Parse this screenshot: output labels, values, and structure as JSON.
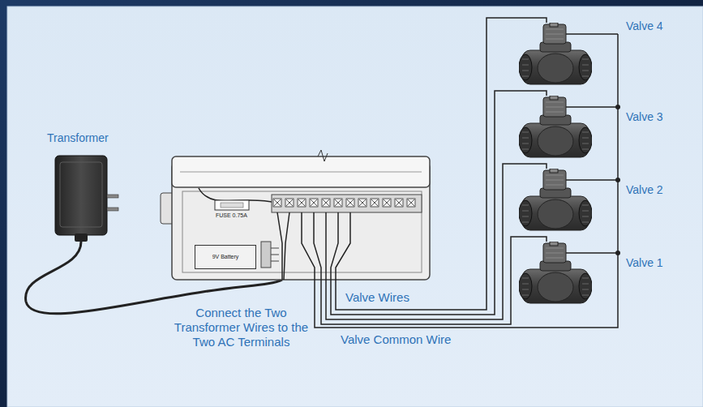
{
  "diagram": {
    "nodes": [
      {
        "text": [
          "9V Battery"
        ]
      }
    ],
    "labels": [
      "Transformer",
      "FUSE 0.75A",
      "Valve 4",
      "Valve 3",
      "Valve 2",
      "Valve 1",
      "Valve Wires",
      "Connect the Two Transformer Wires to the Two AC Terminals",
      "Valve Common Wire"
    ]
  }
}
